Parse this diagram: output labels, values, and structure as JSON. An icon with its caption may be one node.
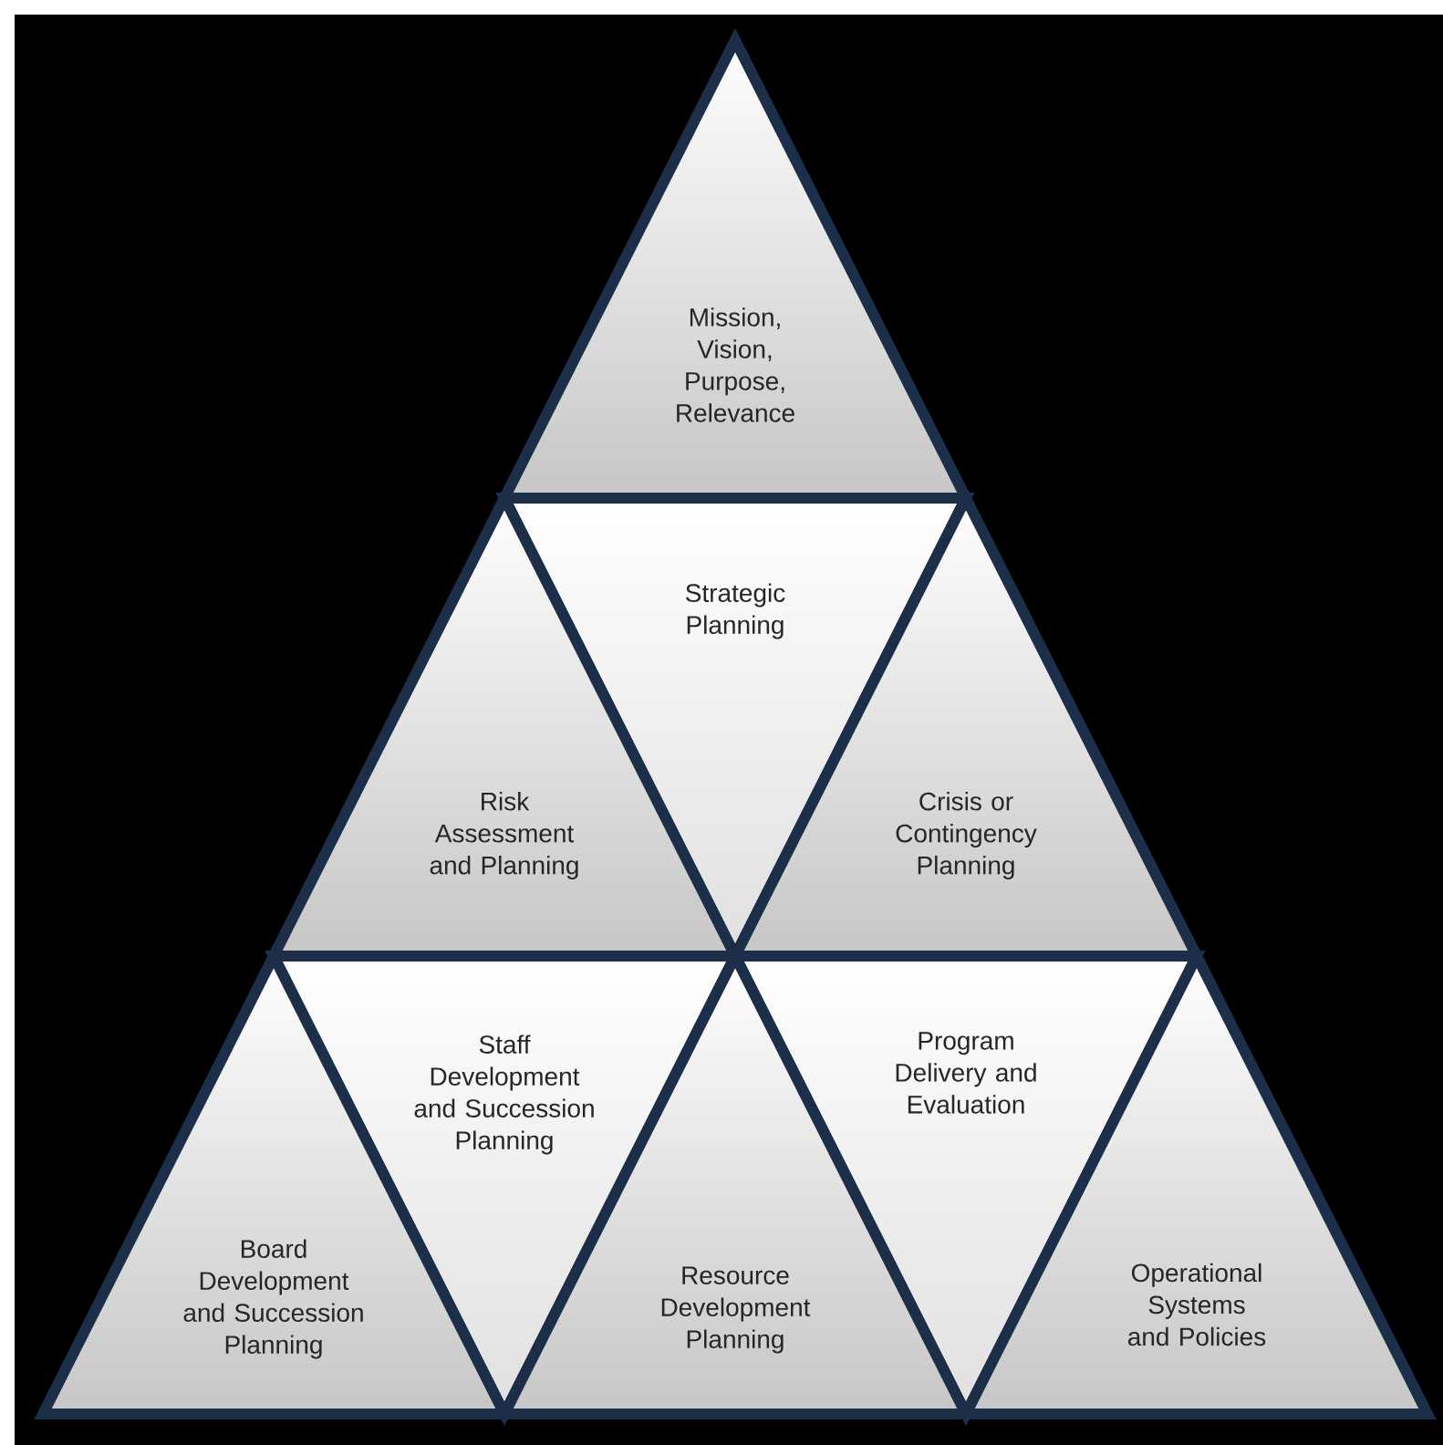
{
  "diagram": {
    "nodes": [
      {
        "text": [
          "Mission, Vision, Purpose, Relevance"
        ]
      },
      {
        "text": [
          "Strategic Planning"
        ]
      },
      {
        "text": [
          "Risk Assessment and Planning"
        ]
      },
      {
        "text": [
          "Crisis or Contingency Planning"
        ]
      },
      {
        "text": [
          "Staff Development and Succession Planning"
        ]
      },
      {
        "text": [
          "Program Delivery and Evaluation"
        ]
      },
      {
        "text": [
          "Board Development and Succession Planning"
        ]
      },
      {
        "text": [
          "Resource Development Planning"
        ]
      },
      {
        "text": [
          "Operational Systems and Policies"
        ]
      }
    ]
  }
}
